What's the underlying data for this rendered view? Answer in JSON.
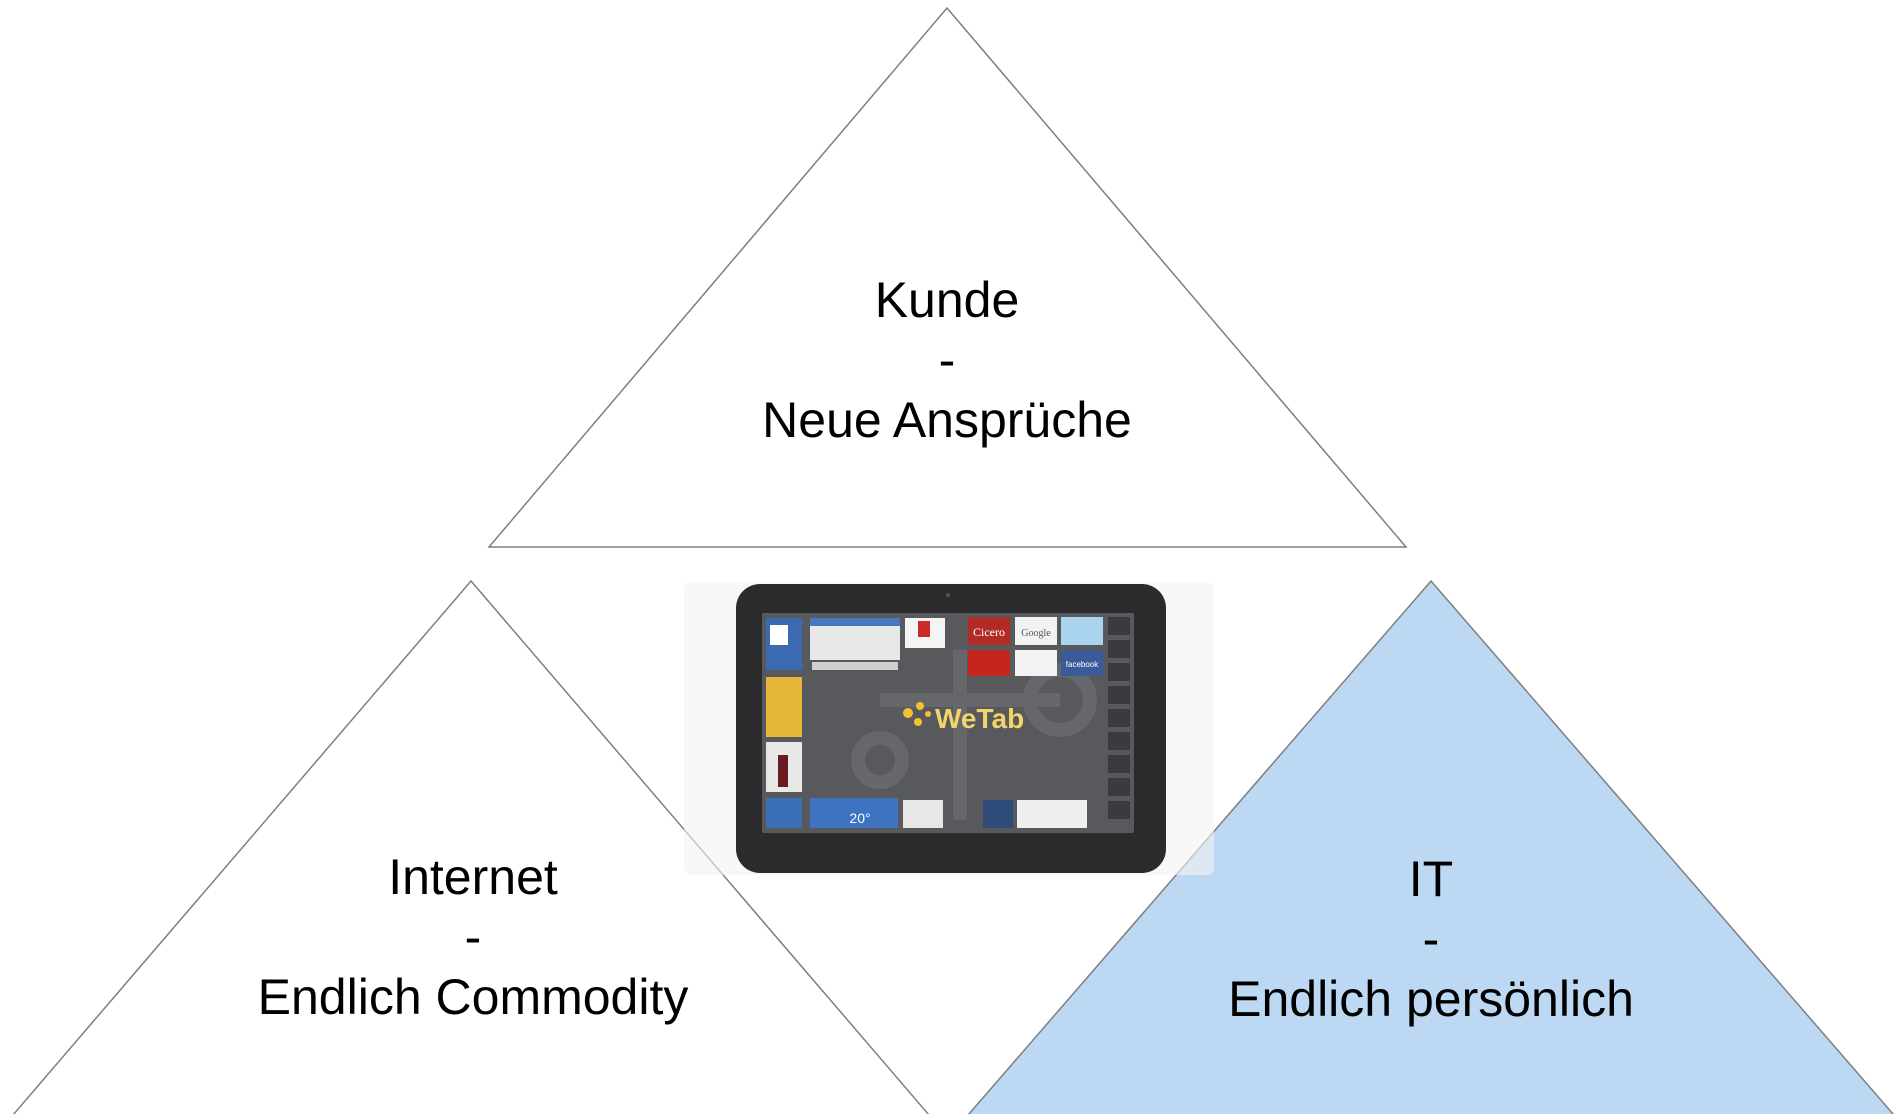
{
  "colors": {
    "triangle_stroke": "#7f7f7f",
    "triangle_fill_white": "#ffffff",
    "triangle_fill_highlight": "#bcd8f3",
    "tablet_bezel": "#2b2b2d",
    "tablet_screen": "#58595c",
    "wetab_logo_yellow": "#f2c230",
    "wetab_logo_text": "#f3d46a"
  },
  "top_triangle": {
    "line1": "Kunde",
    "line2": "-",
    "line3": "Neue Ansprüche"
  },
  "left_triangle": {
    "line1": "Internet",
    "line2": "-",
    "line3": "Endlich Commodity"
  },
  "right_triangle": {
    "line1": "IT",
    "line2": "-",
    "line3": "Endlich persönlich"
  },
  "tablet": {
    "logo_text": "WeTab",
    "weather_temp": "20°",
    "tiles": [
      "Cicero",
      "Google",
      "facebook"
    ]
  }
}
